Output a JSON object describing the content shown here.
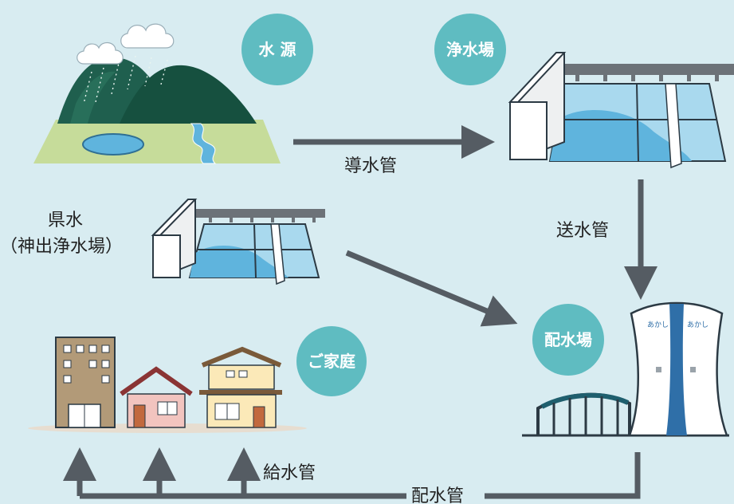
{
  "colors": {
    "background": "#d8ecf1",
    "badge": "#5fbcc1",
    "arrow": "#555c63",
    "water": "#5fb4dd",
    "mountain_dark": "#1f5f4e",
    "mountain_mid": "#2f7a62"
  },
  "nodes": {
    "water_source": "水 源",
    "purification_plant": "浄水場",
    "distribution_station": "配水場",
    "homes": "ご家庭",
    "prefectural_water_line1": "県水",
    "prefectural_water_line2": "（神出浄水場）"
  },
  "pipes": {
    "conveyance": "導水管",
    "transmission": "送水管",
    "service": "給水管",
    "distribution": "配水管"
  },
  "tower_labels": {
    "left": "あかし",
    "right": "あかし"
  },
  "icons": [
    "cloud-icon",
    "mountain-icon",
    "purification-plant-icon",
    "water-tower-icon",
    "apartment-building-icon",
    "house-icon",
    "bridge-icon"
  ]
}
